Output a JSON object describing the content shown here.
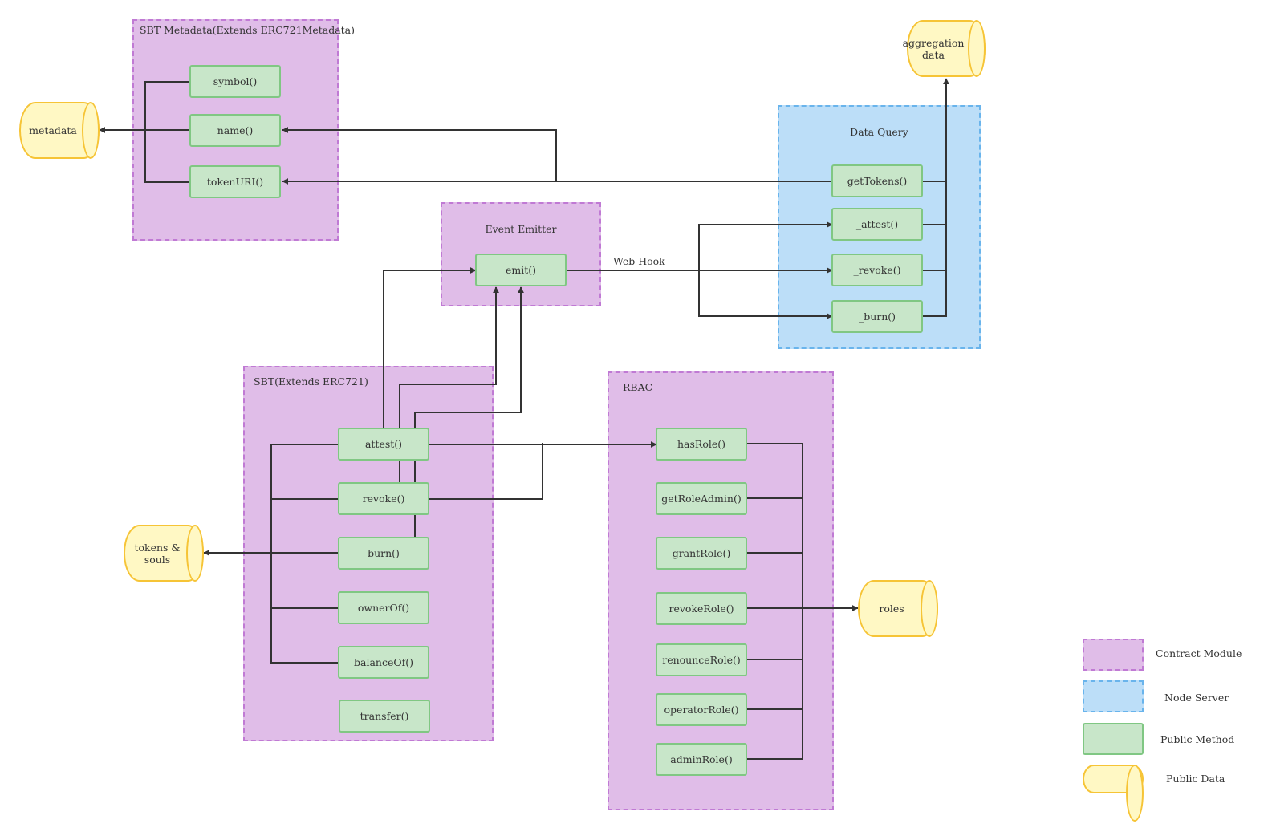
{
  "modules": {
    "metadata": "SBT Metadata(Extends ERC721Metadata)",
    "event_emitter": "Event Emitter",
    "sbt": "SBT(Extends ERC721)",
    "rbac": "RBAC",
    "data_query": "Data Query"
  },
  "methods": {
    "symbol": "symbol()",
    "name": "name()",
    "tokenURI": "tokenURI()",
    "emit": "emit()",
    "attest": "attest()",
    "revoke": "revoke()",
    "burn": "burn()",
    "ownerOf": "ownerOf()",
    "balanceOf": "balanceOf()",
    "transfer": "transfer()",
    "hasRole": "hasRole()",
    "getRoleAdmin": "getRoleAdmin()",
    "grantRole": "grantRole()",
    "revokeRole": "revokeRole()",
    "renounceRole": "renounceRole()",
    "operatorRole": "operatorRole()",
    "adminRole": "adminRole()",
    "getTokens": "getTokens()",
    "_attest": "_attest()",
    "_revoke": "_revoke()",
    "_burn": "_burn()"
  },
  "data_stores": {
    "metadata": "metadata",
    "tokens_souls": "tokens & souls",
    "roles": "roles",
    "aggregation_line1": "aggregation",
    "aggregation_line2": "data"
  },
  "edge_labels": {
    "web_hook": "Web Hook"
  },
  "legend": {
    "contract_module": "Contract Module",
    "node_server": "Node Server",
    "public_method": "Public Method",
    "public_data": "Public Data"
  },
  "colors": {
    "module_fill": "#e0bde8",
    "module_border": "#c07ad4",
    "server_fill": "#bcdef8",
    "server_border": "#69b4ec",
    "method_fill": "#c8e6c9",
    "method_border": "#80c783",
    "data_fill": "#fff8c4",
    "data_border": "#f6c436",
    "edge": "#333333"
  }
}
